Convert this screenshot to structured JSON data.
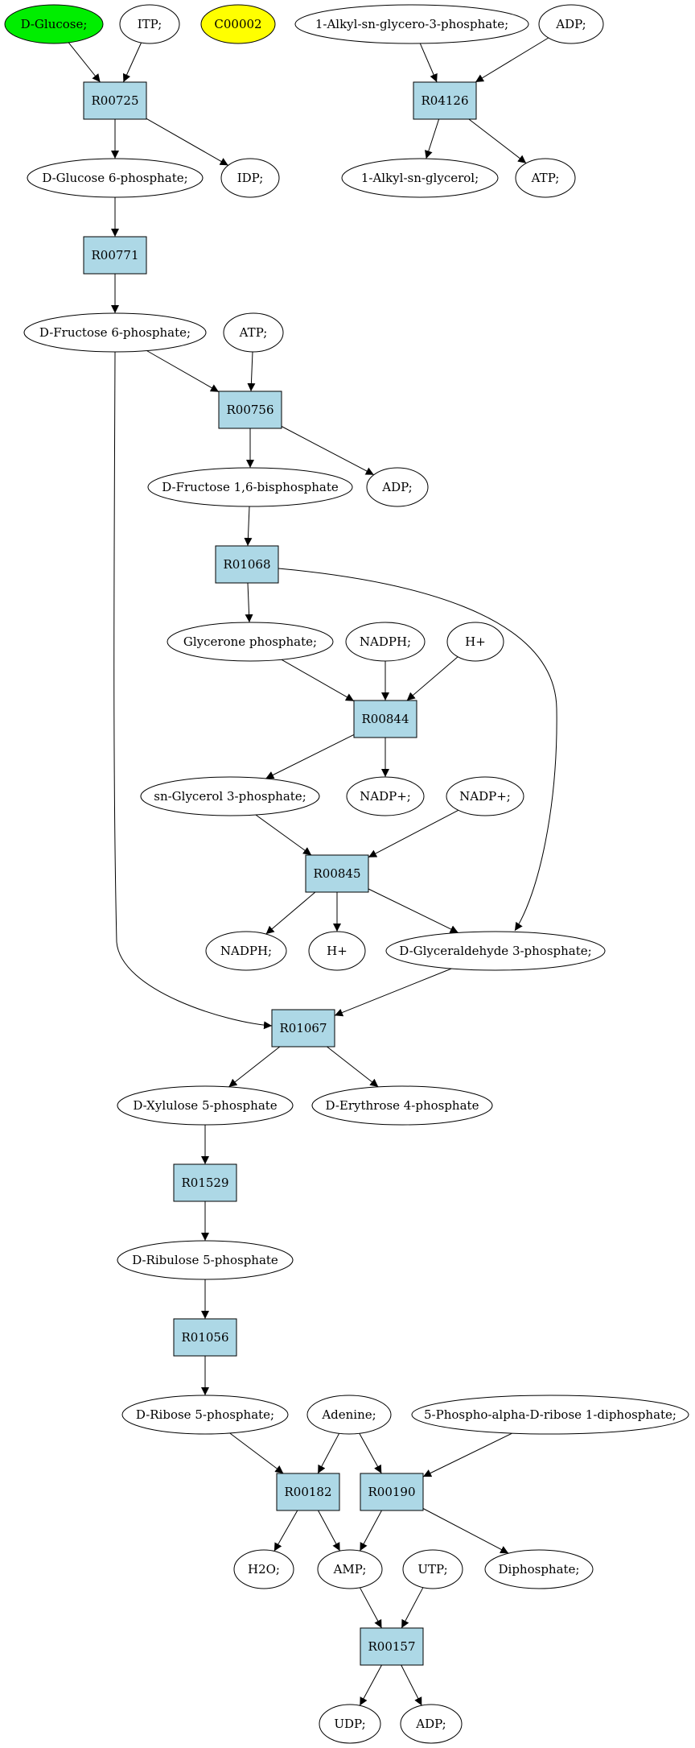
{
  "colors": {
    "compound_fill": "#ffffff",
    "start_fill": "#00ee00",
    "highlight_fill": "#ffff00",
    "reaction_fill": "#add8e6",
    "stroke": "#000000"
  },
  "nodes": [
    {
      "id": "c_glucose",
      "kind": "compound",
      "label": "D-Glucose;",
      "fill": "start"
    },
    {
      "id": "c_itp",
      "kind": "compound",
      "label": "ITP;"
    },
    {
      "id": "c_c00002",
      "kind": "compound",
      "label": "C00002",
      "fill": "highlight"
    },
    {
      "id": "c_alkylglycero3p",
      "kind": "compound",
      "label": "1-Alkyl-sn-glycero-3-phosphate;"
    },
    {
      "id": "c_adp_top",
      "kind": "compound",
      "label": "ADP;"
    },
    {
      "id": "r_R00725",
      "kind": "reaction",
      "label": "R00725"
    },
    {
      "id": "r_R04126",
      "kind": "reaction",
      "label": "R04126"
    },
    {
      "id": "c_g6p",
      "kind": "compound",
      "label": "D-Glucose 6-phosphate;"
    },
    {
      "id": "c_idp",
      "kind": "compound",
      "label": "IDP;"
    },
    {
      "id": "c_alkylglycerol",
      "kind": "compound",
      "label": "1-Alkyl-sn-glycerol;"
    },
    {
      "id": "c_atp_top",
      "kind": "compound",
      "label": "ATP;"
    },
    {
      "id": "r_R00771",
      "kind": "reaction",
      "label": "R00771"
    },
    {
      "id": "c_f6p",
      "kind": "compound",
      "label": "D-Fructose 6-phosphate;"
    },
    {
      "id": "c_atp2",
      "kind": "compound",
      "label": "ATP;"
    },
    {
      "id": "r_R00756",
      "kind": "reaction",
      "label": "R00756"
    },
    {
      "id": "c_fbp",
      "kind": "compound",
      "label": "D-Fructose 1,6-bisphosphate"
    },
    {
      "id": "c_adp2",
      "kind": "compound",
      "label": "ADP;"
    },
    {
      "id": "r_R01068",
      "kind": "reaction",
      "label": "R01068"
    },
    {
      "id": "c_dhap",
      "kind": "compound",
      "label": "Glycerone phosphate;"
    },
    {
      "id": "c_nadph1",
      "kind": "compound",
      "label": "NADPH;"
    },
    {
      "id": "c_h1",
      "kind": "compound",
      "label": "H+"
    },
    {
      "id": "r_R00844",
      "kind": "reaction",
      "label": "R00844"
    },
    {
      "id": "c_g3p",
      "kind": "compound",
      "label": "sn-Glycerol 3-phosphate;"
    },
    {
      "id": "c_nadp1",
      "kind": "compound",
      "label": "NADP+;"
    },
    {
      "id": "c_nadp2",
      "kind": "compound",
      "label": "NADP+;"
    },
    {
      "id": "r_R00845",
      "kind": "reaction",
      "label": "R00845"
    },
    {
      "id": "c_nadph2",
      "kind": "compound",
      "label": "NADPH;"
    },
    {
      "id": "c_h2",
      "kind": "compound",
      "label": "H+"
    },
    {
      "id": "c_gap",
      "kind": "compound",
      "label": "D-Glyceraldehyde 3-phosphate;"
    },
    {
      "id": "r_R01067",
      "kind": "reaction",
      "label": "R01067"
    },
    {
      "id": "c_xu5p",
      "kind": "compound",
      "label": "D-Xylulose 5-phosphate"
    },
    {
      "id": "c_e4p",
      "kind": "compound",
      "label": "D-Erythrose 4-phosphate"
    },
    {
      "id": "r_R01529",
      "kind": "reaction",
      "label": "R01529"
    },
    {
      "id": "c_ru5p",
      "kind": "compound",
      "label": "D-Ribulose 5-phosphate"
    },
    {
      "id": "r_R01056",
      "kind": "reaction",
      "label": "R01056"
    },
    {
      "id": "c_r5p",
      "kind": "compound",
      "label": "D-Ribose 5-phosphate;"
    },
    {
      "id": "c_adenine",
      "kind": "compound",
      "label": "Adenine;"
    },
    {
      "id": "c_prpp",
      "kind": "compound",
      "label": "5-Phospho-alpha-D-ribose 1-diphosphate;"
    },
    {
      "id": "r_R00182",
      "kind": "reaction",
      "label": "R00182"
    },
    {
      "id": "r_R00190",
      "kind": "reaction",
      "label": "R00190"
    },
    {
      "id": "c_h2o",
      "kind": "compound",
      "label": "H2O;"
    },
    {
      "id": "c_amp",
      "kind": "compound",
      "label": "AMP;"
    },
    {
      "id": "c_utp",
      "kind": "compound",
      "label": "UTP;"
    },
    {
      "id": "c_pp",
      "kind": "compound",
      "label": "Diphosphate;"
    },
    {
      "id": "r_R00157",
      "kind": "reaction",
      "label": "R00157"
    },
    {
      "id": "c_udp",
      "kind": "compound",
      "label": "UDP;"
    },
    {
      "id": "c_adp_bottom",
      "kind": "compound",
      "label": "ADP;"
    }
  ],
  "edges": [
    {
      "from": "c_glucose",
      "to": "r_R00725"
    },
    {
      "from": "c_itp",
      "to": "r_R00725"
    },
    {
      "from": "r_R00725",
      "to": "c_g6p"
    },
    {
      "from": "r_R00725",
      "to": "c_idp"
    },
    {
      "from": "c_alkylglycero3p",
      "to": "r_R04126"
    },
    {
      "from": "c_adp_top",
      "to": "r_R04126"
    },
    {
      "from": "r_R04126",
      "to": "c_alkylglycerol"
    },
    {
      "from": "r_R04126",
      "to": "c_atp_top"
    },
    {
      "from": "c_g6p",
      "to": "r_R00771"
    },
    {
      "from": "r_R00771",
      "to": "c_f6p"
    },
    {
      "from": "c_f6p",
      "to": "r_R00756"
    },
    {
      "from": "c_atp2",
      "to": "r_R00756"
    },
    {
      "from": "r_R00756",
      "to": "c_fbp"
    },
    {
      "from": "r_R00756",
      "to": "c_adp2"
    },
    {
      "from": "c_fbp",
      "to": "r_R01068"
    },
    {
      "from": "r_R01068",
      "to": "c_dhap"
    },
    {
      "from": "r_R01068",
      "to": "c_gap"
    },
    {
      "from": "c_dhap",
      "to": "r_R00844"
    },
    {
      "from": "c_nadph1",
      "to": "r_R00844"
    },
    {
      "from": "c_h1",
      "to": "r_R00844"
    },
    {
      "from": "r_R00844",
      "to": "c_g3p"
    },
    {
      "from": "r_R00844",
      "to": "c_nadp1"
    },
    {
      "from": "c_g3p",
      "to": "r_R00845"
    },
    {
      "from": "c_nadp2",
      "to": "r_R00845"
    },
    {
      "from": "r_R00845",
      "to": "c_nadph2"
    },
    {
      "from": "r_R00845",
      "to": "c_h2"
    },
    {
      "from": "r_R00845",
      "to": "c_gap"
    },
    {
      "from": "c_f6p",
      "to": "r_R01067"
    },
    {
      "from": "c_gap",
      "to": "r_R01067"
    },
    {
      "from": "r_R01067",
      "to": "c_xu5p"
    },
    {
      "from": "r_R01067",
      "to": "c_e4p"
    },
    {
      "from": "c_xu5p",
      "to": "r_R01529"
    },
    {
      "from": "r_R01529",
      "to": "c_ru5p"
    },
    {
      "from": "c_ru5p",
      "to": "r_R01056"
    },
    {
      "from": "r_R01056",
      "to": "c_r5p"
    },
    {
      "from": "c_r5p",
      "to": "r_R00182"
    },
    {
      "from": "c_adenine",
      "to": "r_R00182"
    },
    {
      "from": "c_adenine",
      "to": "r_R00190"
    },
    {
      "from": "c_prpp",
      "to": "r_R00190"
    },
    {
      "from": "r_R00182",
      "to": "c_h2o"
    },
    {
      "from": "r_R00182",
      "to": "c_amp"
    },
    {
      "from": "r_R00190",
      "to": "c_amp"
    },
    {
      "from": "r_R00190",
      "to": "c_pp"
    },
    {
      "from": "c_amp",
      "to": "r_R00157"
    },
    {
      "from": "c_utp",
      "to": "r_R00157"
    },
    {
      "from": "r_R00157",
      "to": "c_udp"
    },
    {
      "from": "r_R00157",
      "to": "c_adp_bottom"
    }
  ]
}
